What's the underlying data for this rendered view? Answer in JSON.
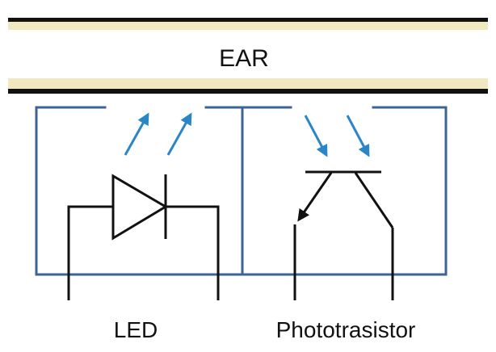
{
  "ear_label": "EAR",
  "left_label": "LED",
  "right_label": "Phototrasistor",
  "colors": {
    "band_edge": "#111111",
    "band_fill": "#f0e8bf",
    "housing": "#3d6496",
    "light_arrows": "#2b86c8",
    "component": "#111111"
  }
}
